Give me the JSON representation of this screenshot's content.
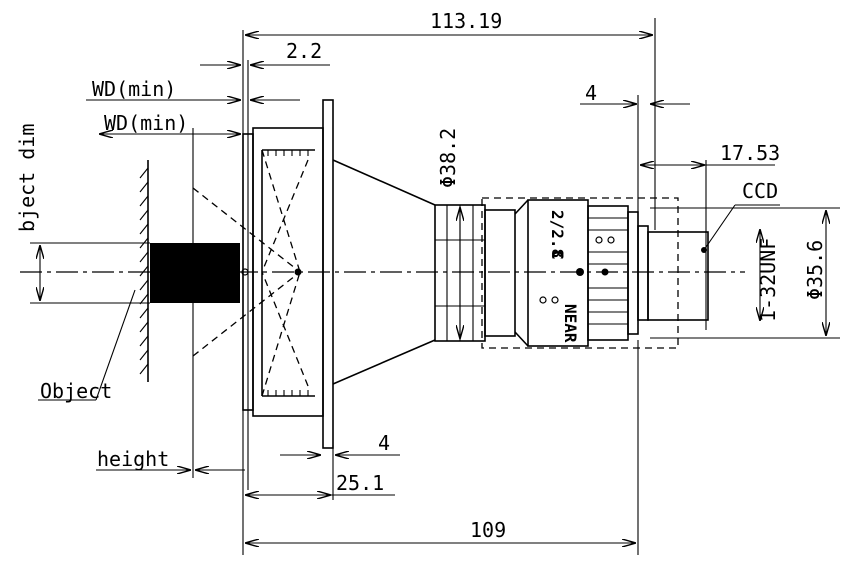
{
  "dimensions": {
    "overall_length": "113.19",
    "flange_offset": "2.2",
    "wd_min_1": "WD(min)",
    "wd_min_2": "WD(min)",
    "diameter_38": "Φ38.2",
    "back_offset": "4",
    "back_focal": "17.53",
    "ccd": "CCD",
    "thread": "1-32UNF",
    "diameter_35": "Φ35.6",
    "flange_thickness": "4",
    "flange_to_body": "25.1",
    "body_length": "109",
    "object_dim": "bject dim",
    "object": "Object",
    "height": "height"
  },
  "lens_markings": {
    "fnum": "2/2.8",
    "label_c": "C",
    "near": "NEAR"
  }
}
